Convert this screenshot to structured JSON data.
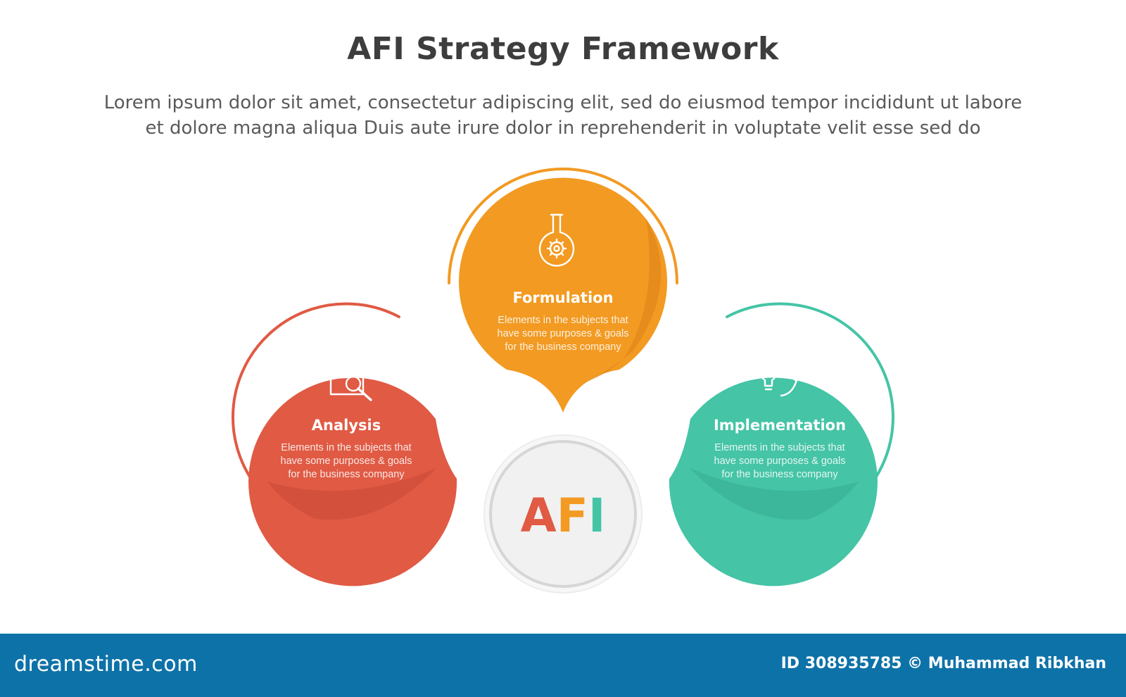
{
  "header": {
    "title": "AFI Strategy Framework",
    "subtitle_line1": "Lorem ipsum dolor sit amet, consectetur adipiscing elit, sed do eiusmod tempor incididunt ut labore",
    "subtitle_line2": "et dolore magna aliqua Duis aute irure dolor in reprehenderit in voluptate velit esse sed do"
  },
  "nodes": [
    {
      "id": "analysis",
      "title": "Analysis",
      "desc_lines": [
        "Elements in the subjects that",
        "have  some purposes & goals",
        "for the  business company"
      ],
      "color": "#e05a44",
      "shade": "#c94a36",
      "icon": "document-search-icon"
    },
    {
      "id": "formulation",
      "title": "Formulation",
      "desc_lines": [
        "Elements in the subjects that",
        "have  some purposes & goals",
        "for the  business company"
      ],
      "color": "#f29a22",
      "shade": "#e0861a",
      "icon": "flask-gear-icon"
    },
    {
      "id": "implementation",
      "title": "Implementation",
      "desc_lines": [
        "Elements in the subjects that",
        "have  some purposes & goals",
        "for the  business company"
      ],
      "color": "#45c4a6",
      "shade": "#34ad91",
      "icon": "idea-gear-cycle-icon"
    }
  ],
  "center": {
    "letters": [
      "A",
      "F",
      "I"
    ],
    "letter_colors": [
      "#e05a44",
      "#f29a22",
      "#45c4a6"
    ],
    "fill": "#f1f1f1",
    "ring": "#d6d6d6"
  },
  "footer": {
    "logo": "dreamstime.com",
    "credit": "ID 308935785 © Muhammad Ribkhan"
  }
}
